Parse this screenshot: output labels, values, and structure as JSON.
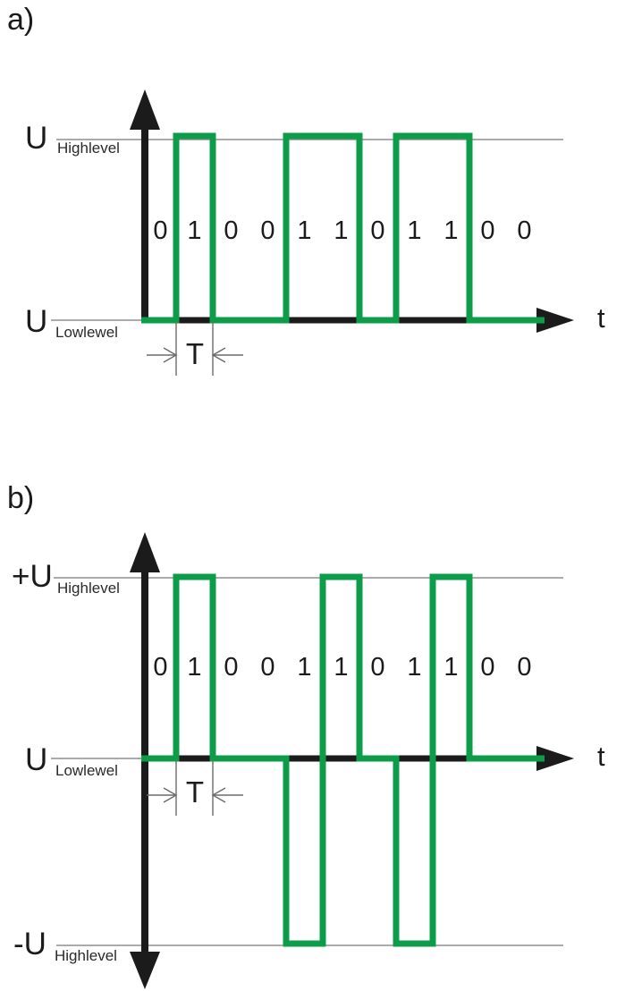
{
  "colors": {
    "signal_green": "#0d9d4a",
    "axis_black": "#1b1b1b",
    "guide_gray": "#8f8f8f",
    "dim_gray": "#6b6b6b"
  },
  "diagrams": [
    {
      "id": "a",
      "corner_label": "a)",
      "bits": [
        "0",
        "1",
        "0",
        "0",
        "1",
        "1",
        "0",
        "1",
        "1",
        "0",
        "0"
      ],
      "levels": [
        0,
        1,
        0,
        0,
        1,
        1,
        0,
        1,
        1,
        0,
        0
      ],
      "encoding": "unipolar",
      "axis_labels": {
        "high_main": "U",
        "high_sub": "Highlevel",
        "low_main": "U",
        "low_sub": "Lowlewel",
        "time": "t",
        "period": "T"
      }
    },
    {
      "id": "b",
      "corner_label": "b)",
      "bits": [
        "0",
        "1",
        "0",
        "0",
        "1",
        "1",
        "0",
        "1",
        "1",
        "0",
        "0"
      ],
      "levels": [
        0,
        1,
        0,
        0,
        -1,
        1,
        0,
        -1,
        1,
        0,
        0
      ],
      "encoding": "bipolar-ami",
      "axis_labels": {
        "high_main": "+U",
        "high_sub": "Highlevel",
        "zero_main": "U",
        "zero_sub": "Lowlewel",
        "neg_main": "-U",
        "neg_sub": "Highlevel",
        "time": "t",
        "period": "T"
      }
    }
  ]
}
